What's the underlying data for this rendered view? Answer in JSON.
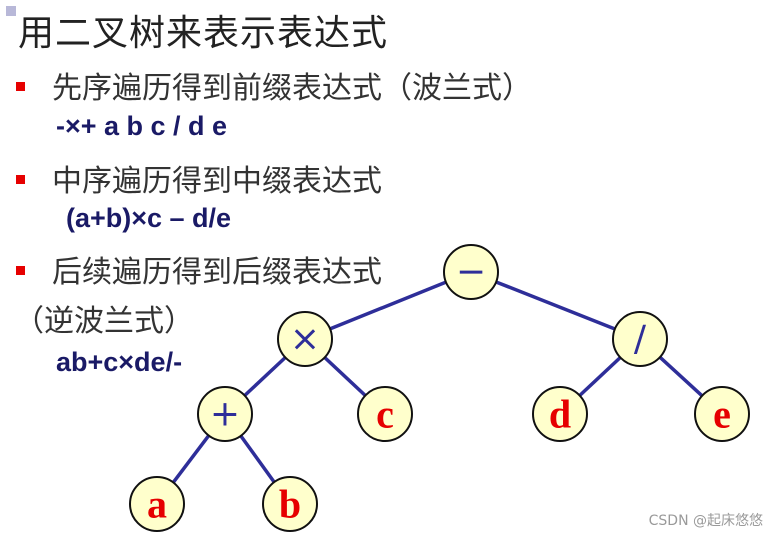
{
  "title": "用二叉树来表示表达式",
  "sections": [
    {
      "heading": "先序遍历得到前缀表达式（波兰式）",
      "expression": "-×+ a b c / d e"
    },
    {
      "heading": "中序遍历得到中缀表达式",
      "expression": "(a+b)×c – d/e"
    },
    {
      "heading": "后续遍历得到后缀表达式",
      "heading_cont": "（逆波兰式）",
      "expression": "ab+c×de/-"
    }
  ],
  "tree": {
    "nodes": [
      {
        "id": "minus",
        "label": "−",
        "kind": "operator"
      },
      {
        "id": "times",
        "label": "×",
        "kind": "operator"
      },
      {
        "id": "divide",
        "label": "/",
        "kind": "operator"
      },
      {
        "id": "plus",
        "label": "+",
        "kind": "operator"
      },
      {
        "id": "c",
        "label": "c",
        "kind": "operand"
      },
      {
        "id": "d",
        "label": "d",
        "kind": "operand"
      },
      {
        "id": "e",
        "label": "e",
        "kind": "operand"
      },
      {
        "id": "a",
        "label": "a",
        "kind": "operand"
      },
      {
        "id": "b",
        "label": "b",
        "kind": "operand"
      }
    ],
    "edges": [
      [
        "minus",
        "times"
      ],
      [
        "minus",
        "divide"
      ],
      [
        "times",
        "plus"
      ],
      [
        "times",
        "c"
      ],
      [
        "divide",
        "d"
      ],
      [
        "divide",
        "e"
      ],
      [
        "plus",
        "a"
      ],
      [
        "plus",
        "b"
      ]
    ]
  },
  "colors": {
    "bullet": "#e60000",
    "edge": "#2e2e99",
    "operand": "#e60000",
    "node_fill": "#ffffcc",
    "expression": "#1a1a66"
  },
  "watermark": "CSDN @起床悠悠"
}
